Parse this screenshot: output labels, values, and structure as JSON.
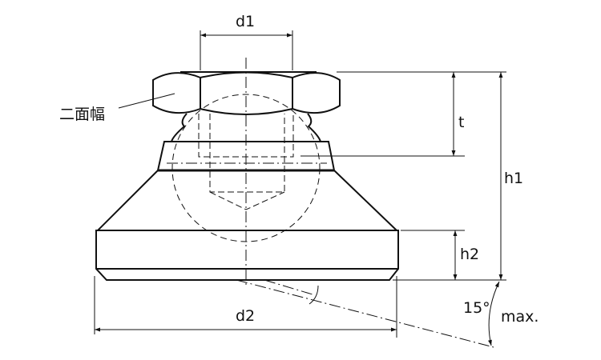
{
  "diagram": {
    "labels": {
      "d1": "d1",
      "d2": "d2",
      "t": "t",
      "h1": "h1",
      "h2": "h2",
      "angle": "15°",
      "angle_note": "max.",
      "width_across_flats": "二面幅"
    },
    "colors": {
      "line": "#111111",
      "background": "#ffffff"
    }
  }
}
